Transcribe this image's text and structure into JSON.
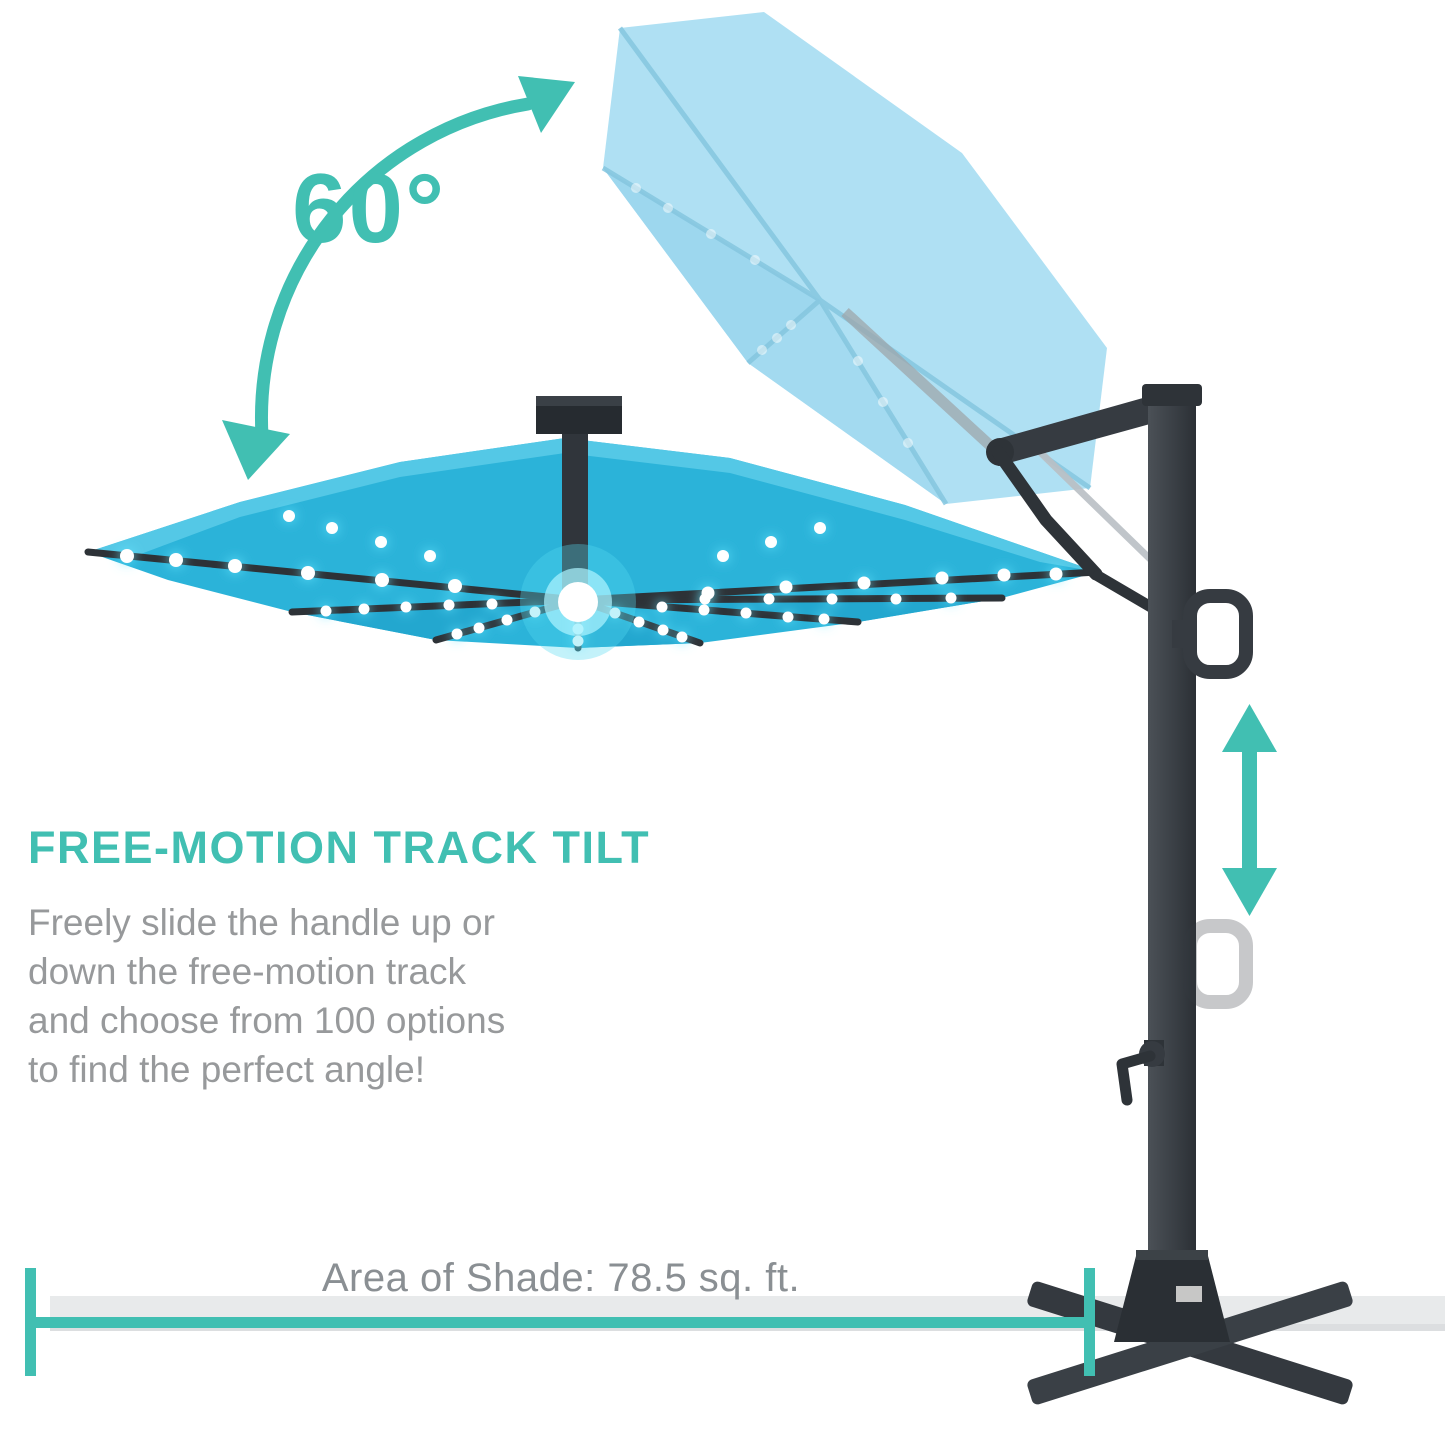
{
  "annotations": {
    "tilt_angle": "60°",
    "heading": "FREE-MOTION TRACK TILT",
    "paragraph_lines": [
      "Freely slide the handle up or",
      "down the free-motion track",
      "and choose from 100 options",
      "to find the perfect angle!"
    ],
    "shade_area": "Area of Shade: 78.5 sq. ft."
  },
  "colors": {
    "accent_teal": "#41bfb2",
    "umbrella_cyan": "#2bb3d9",
    "umbrella_panel_dark": "#23a7cf",
    "umbrella_top_light": "#5ccbe7",
    "umbrella_ghost": "#abdff3",
    "umbrella_ghost_panel": "#98d5ee",
    "frame_dark": "#363b41",
    "frame_darker": "#2e3338",
    "text_gray": "#97999b",
    "measure_text_gray": "#8a8f93",
    "floor_gray": "#e8eaeb",
    "led_glow": "#66e6ff",
    "led_white": "#ffffff"
  },
  "icons": {
    "tilt_arc_arrow": "curved-double-arrow",
    "height_arrow": "vertical-double-arrow",
    "measure_bracket": "dimension-bracket"
  }
}
